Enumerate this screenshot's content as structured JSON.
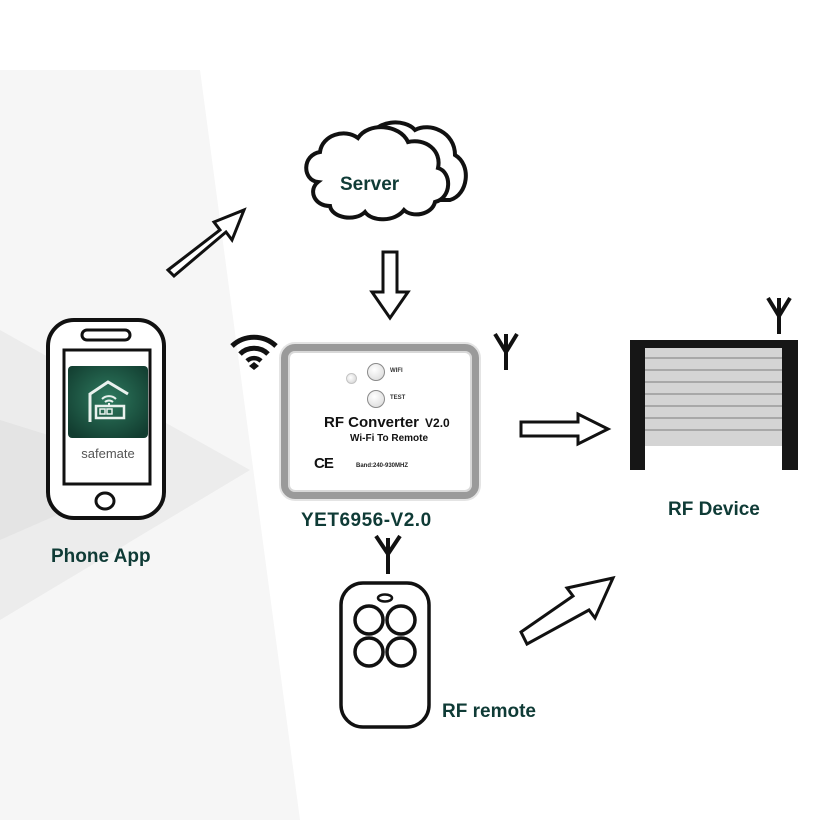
{
  "diagram": {
    "nodes": {
      "server": {
        "label": "Server"
      },
      "phone": {
        "label": "Phone App",
        "app_name": "safemate",
        "app_icon_color": "#1f5a46"
      },
      "converter": {
        "model_label": "YET6956-V2.0",
        "title": "RF Converter",
        "version": "V2.0",
        "subtitle": "Wi-Fi To Remote",
        "wifi_button_label": "WIFI",
        "test_button_label": "TEST",
        "certification": "CE",
        "band": "Band:240-930MHZ"
      },
      "rf_device": {
        "label": "RF Device"
      },
      "rf_remote": {
        "label": "RF remote"
      }
    },
    "edges": [
      {
        "from": "phone",
        "to": "server",
        "direction": "up-right"
      },
      {
        "from": "server",
        "to": "converter",
        "direction": "down"
      },
      {
        "from": "converter",
        "to": "rf_device",
        "direction": "right"
      },
      {
        "from": "rf_remote",
        "to": "rf_device",
        "direction": "up-right"
      }
    ],
    "colors": {
      "label_text": "#0f3b36",
      "stroke": "#111111",
      "door_slat": "#d4d4d4",
      "door_line": "#a8a8a8"
    }
  }
}
